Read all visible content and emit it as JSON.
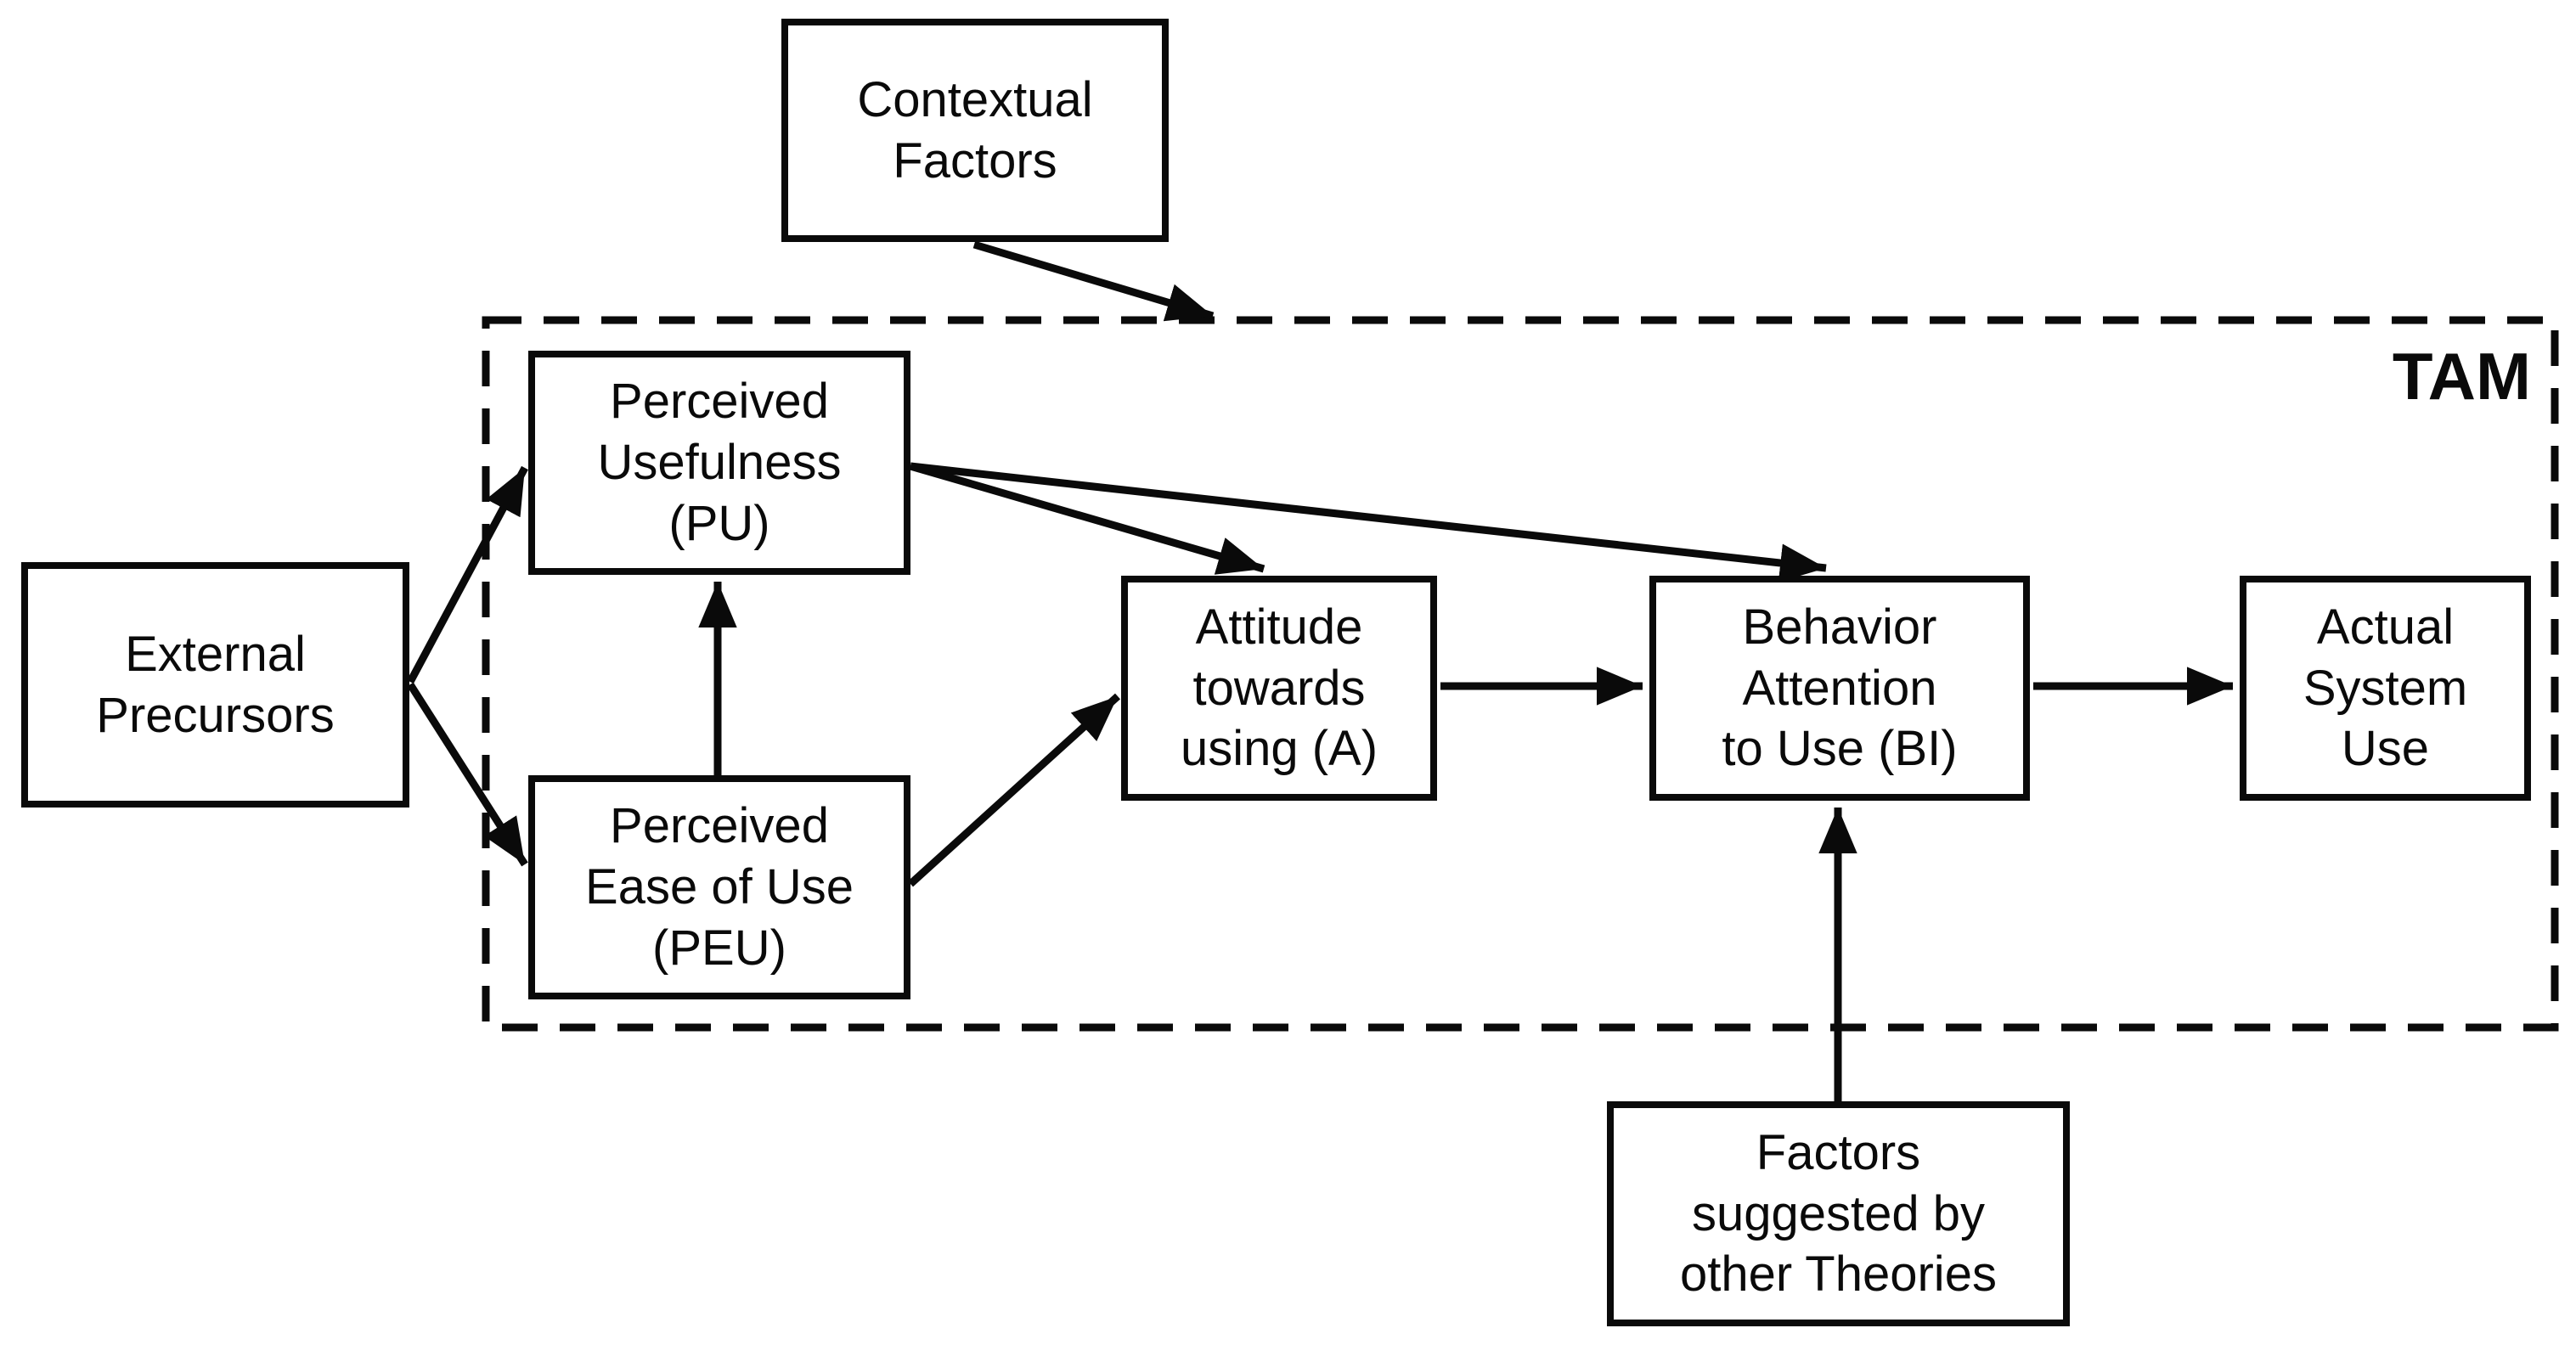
{
  "diagram": {
    "model_label": "TAM",
    "nodes": {
      "contextual_factors": {
        "label": "Contextual\nFactors"
      },
      "external_precursors": {
        "label": "External\nPrecursors"
      },
      "perceived_usefulness": {
        "label": "Perceived\nUsefulness\n(PU)"
      },
      "perceived_ease_of_use": {
        "label": "Perceived\nEase of Use\n(PEU)"
      },
      "attitude": {
        "label": "Attitude\ntowards\nusing (A)"
      },
      "behavior_intention": {
        "label": "Behavior\nAttention\nto Use (BI)"
      },
      "actual_system_use": {
        "label": "Actual\nSystem\nUse"
      },
      "other_theories": {
        "label": "Factors\nsuggested by\nother Theories"
      }
    },
    "edges": [
      {
        "from": "contextual_factors",
        "to": "tam_boundary"
      },
      {
        "from": "external_precursors",
        "to": "perceived_usefulness"
      },
      {
        "from": "external_precursors",
        "to": "perceived_ease_of_use"
      },
      {
        "from": "perceived_ease_of_use",
        "to": "perceived_usefulness"
      },
      {
        "from": "perceived_usefulness",
        "to": "attitude"
      },
      {
        "from": "perceived_usefulness",
        "to": "behavior_intention"
      },
      {
        "from": "perceived_ease_of_use",
        "to": "attitude"
      },
      {
        "from": "attitude",
        "to": "behavior_intention"
      },
      {
        "from": "behavior_intention",
        "to": "actual_system_use"
      },
      {
        "from": "other_theories",
        "to": "behavior_intention"
      }
    ],
    "colors": {
      "line": "#0a0a0a",
      "background": "#ffffff",
      "text": "#0a0a0a"
    }
  }
}
